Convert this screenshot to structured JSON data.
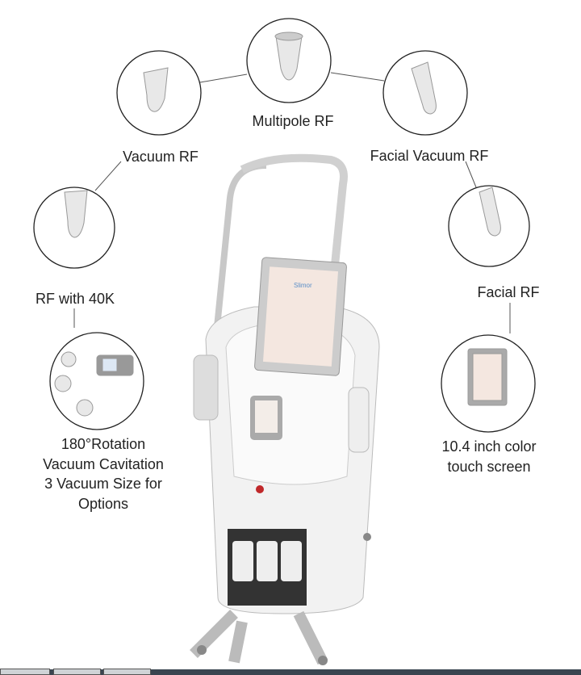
{
  "labels": {
    "multipole_rf": "Multipole RF",
    "vacuum_rf": "Vacuum RF",
    "facial_vacuum_rf": "Facial Vacuum RF",
    "rf_40k": "RF with 40K",
    "facial_rf": "Facial RF",
    "cavitation": [
      "180°Rotation",
      "Vacuum Cavitation",
      "3 Vacuum Size for",
      "Options"
    ],
    "screen": [
      "10.4 inch color",
      "touch screen"
    ]
  },
  "logo": "Slimor",
  "colors": {
    "accent_red": "#c0282a",
    "body_grey": "#d9d9d9",
    "screen_tint": "#f4e7e0"
  }
}
